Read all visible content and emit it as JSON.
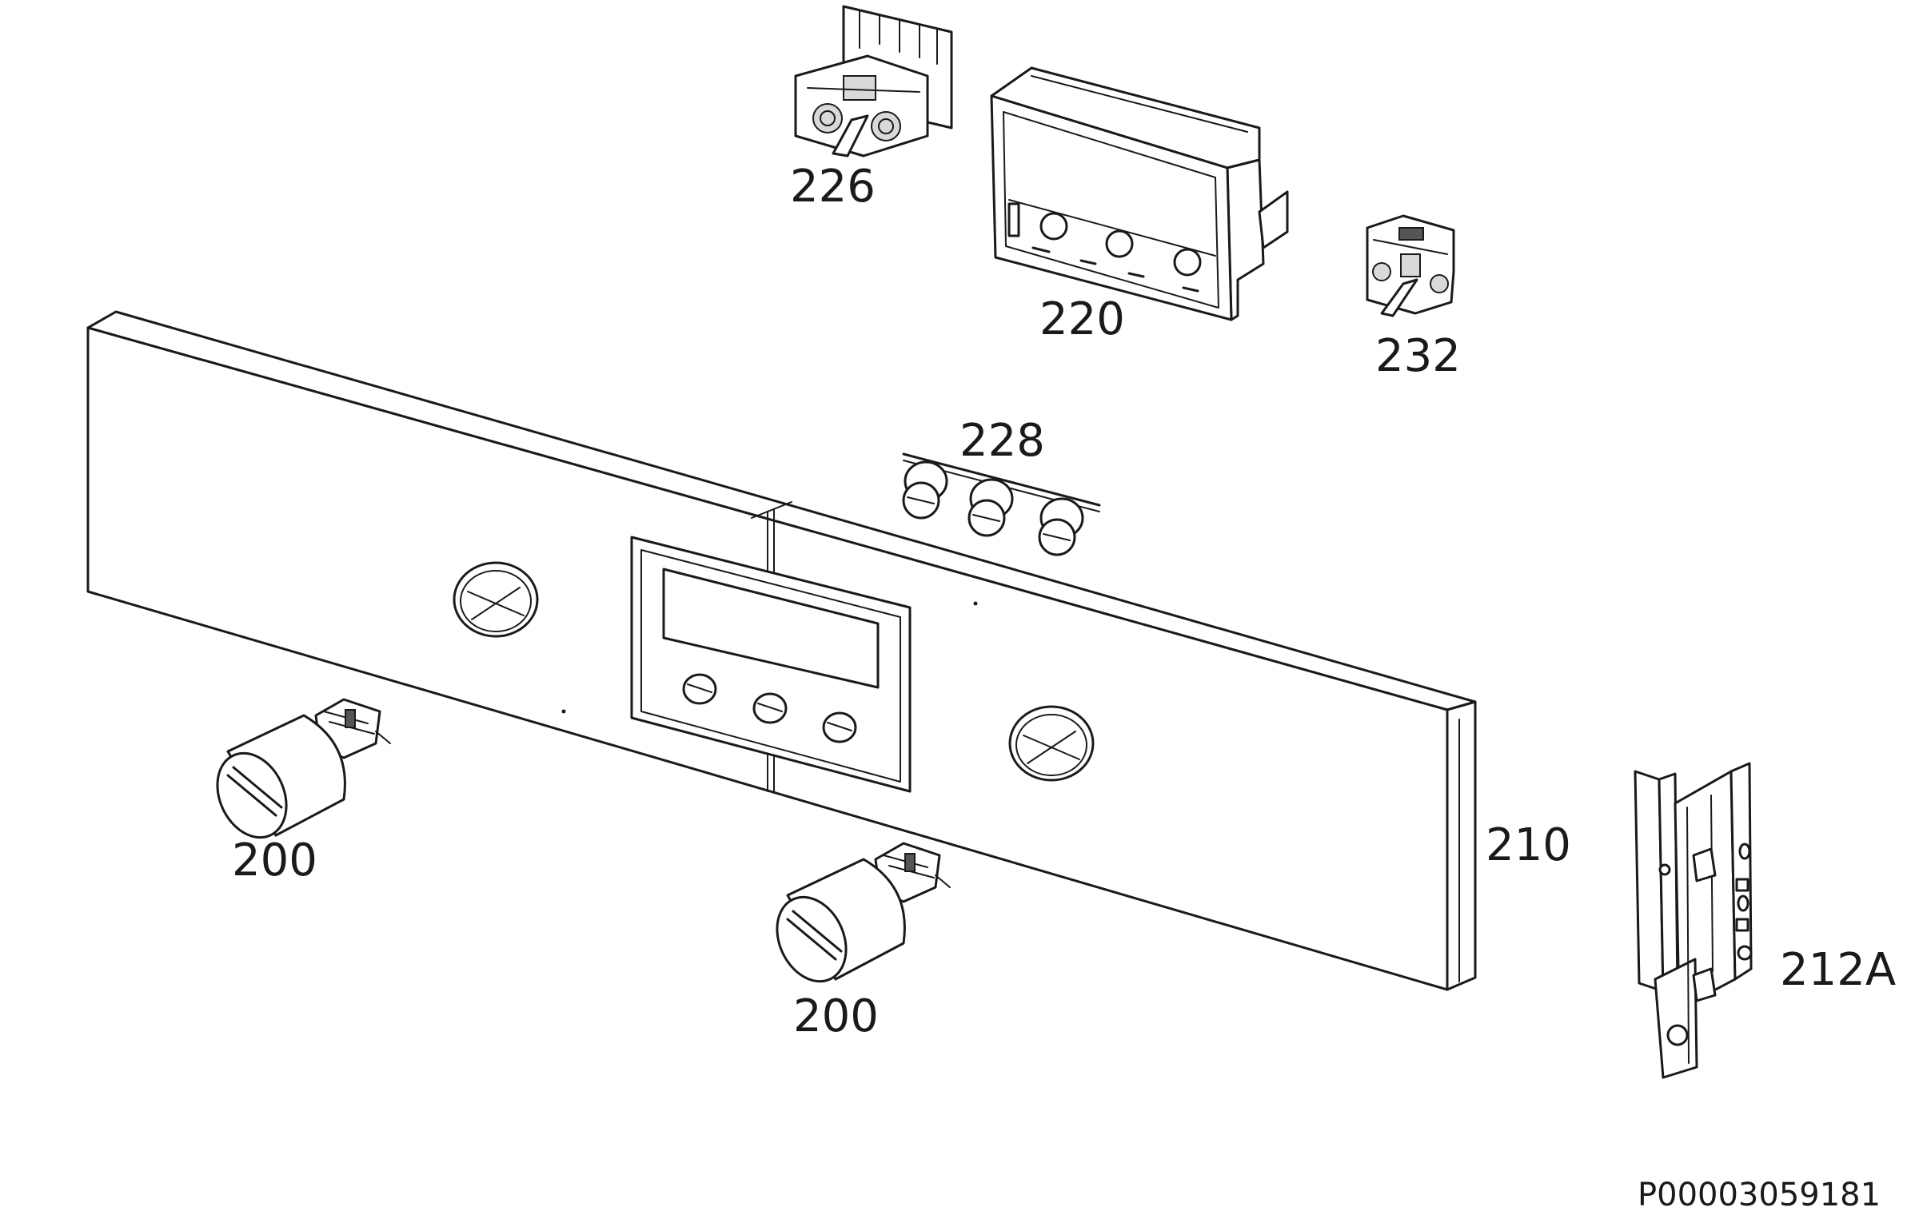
{
  "labels": {
    "p226": "226",
    "p220": "220",
    "p232": "232",
    "p228": "228",
    "p210": "210",
    "p200a": "200",
    "p200b": "200",
    "p212a": "212A"
  },
  "reference": "P00003059181"
}
